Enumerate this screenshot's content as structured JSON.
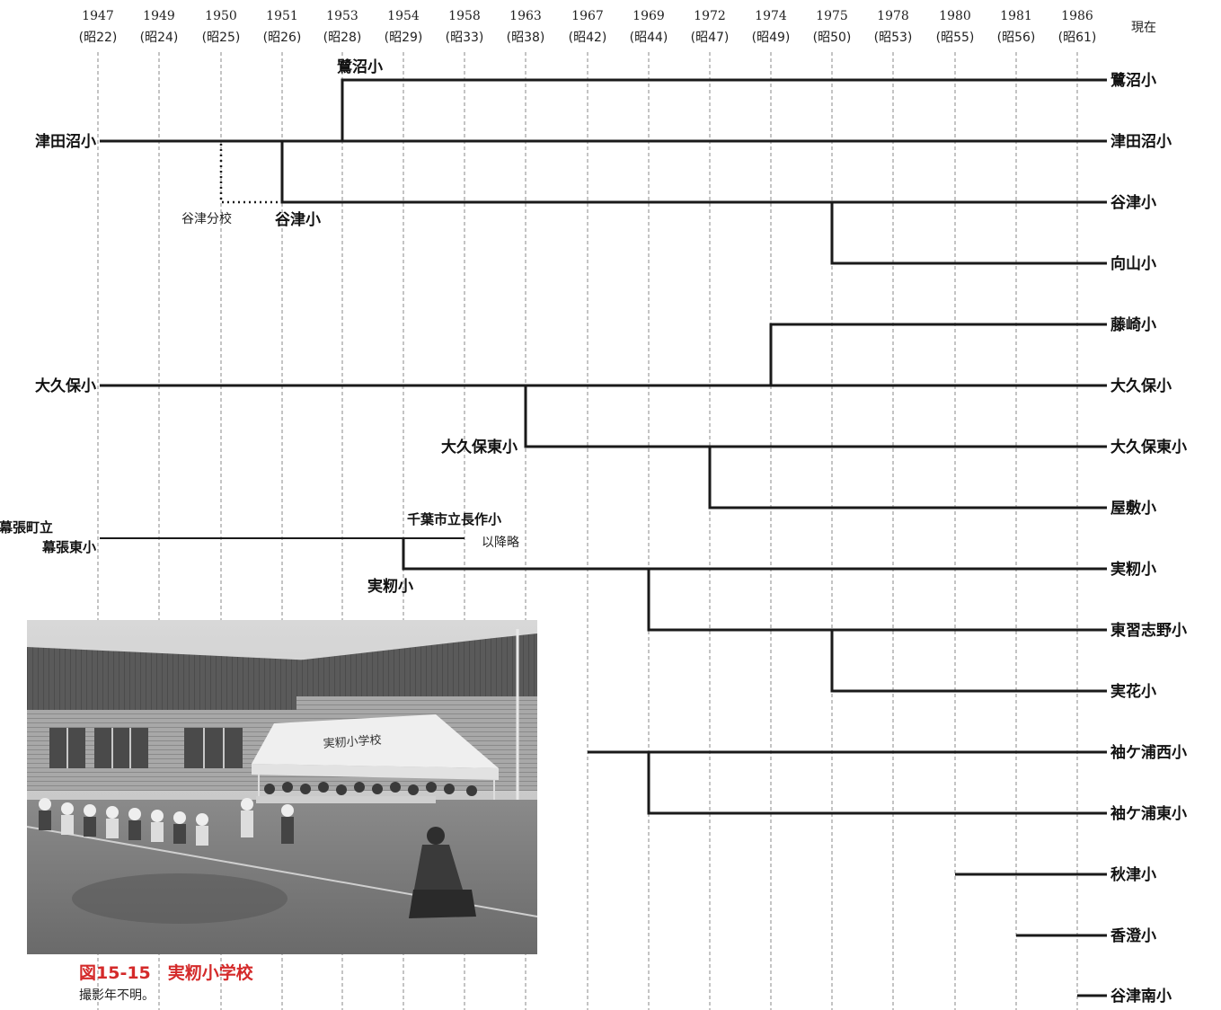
{
  "header": {
    "columns": [
      {
        "year": "1947",
        "era": "(昭22)"
      },
      {
        "year": "1949",
        "era": "(昭24)"
      },
      {
        "year": "1950",
        "era": "(昭25)"
      },
      {
        "year": "1951",
        "era": "(昭26)"
      },
      {
        "year": "1953",
        "era": "(昭28)"
      },
      {
        "year": "1954",
        "era": "(昭29)"
      },
      {
        "year": "1958",
        "era": "(昭33)"
      },
      {
        "year": "1963",
        "era": "(昭38)"
      },
      {
        "year": "1967",
        "era": "(昭42)"
      },
      {
        "year": "1969",
        "era": "(昭44)"
      },
      {
        "year": "1972",
        "era": "(昭47)"
      },
      {
        "year": "1974",
        "era": "(昭49)"
      },
      {
        "year": "1975",
        "era": "(昭50)"
      },
      {
        "year": "1978",
        "era": "(昭53)"
      },
      {
        "year": "1980",
        "era": "(昭55)"
      },
      {
        "year": "1981",
        "era": "(昭56)"
      },
      {
        "year": "1986",
        "era": "(昭61)"
      }
    ],
    "present": "現在"
  },
  "left_labels": {
    "tsudanuma": "津田沼小",
    "okubo": "大久保小",
    "makuhari_1": "幕張町立",
    "makuhari_2": "幕張東小"
  },
  "inner_labels": {
    "saginuma": "鷺沼小",
    "yatsu_branch": "谷津分校",
    "yatsu": "谷津小",
    "okubo_higashi": "大久保東小",
    "chiba_nagasaku": "千葉市立長作小",
    "ikou_ryaku": "以降略",
    "mimomi": "実籾小"
  },
  "right_labels": [
    "鷺沼小",
    "津田沼小",
    "谷津小",
    "向山小",
    "藤崎小",
    "大久保小",
    "大久保東小",
    "屋敷小",
    "実籾小",
    "東習志野小",
    "実花小",
    "袖ケ浦西小",
    "袖ケ浦東小",
    "秋津小",
    "香澄小",
    "谷津南小"
  ],
  "photo": {
    "tent_text": "実籾小学校",
    "caption_title": "図15-15　実籾小学校",
    "caption_note": "撮影年不明。"
  },
  "colors": {
    "line": "#1a1a1a",
    "caption": "#d42a2a",
    "grid": "#888888"
  }
}
